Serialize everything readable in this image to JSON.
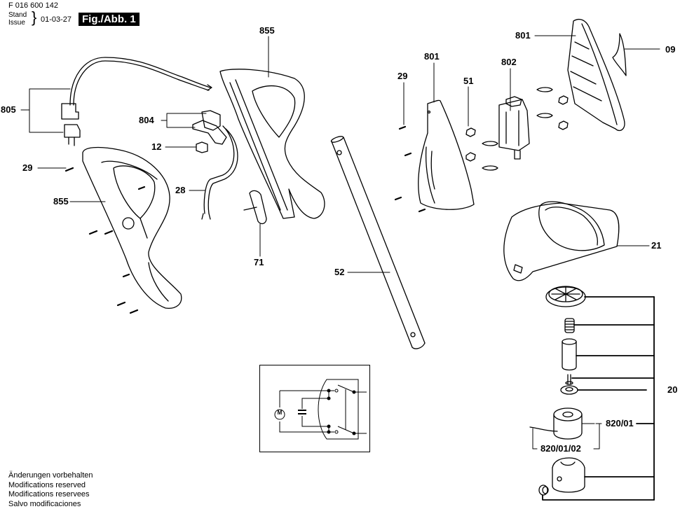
{
  "header": {
    "part_number": "F 016 600 142",
    "stand_label": "Stand",
    "issue_label": "Issue",
    "brace": "}",
    "date": "01-03-27",
    "figure_label": "Fig./Abb. 1"
  },
  "callouts": {
    "c805": "805",
    "c804": "804",
    "c12": "12",
    "c29_left": "29",
    "c855_left": "855",
    "c28": "28",
    "c855_top": "855",
    "c71": "71",
    "c52": "52",
    "c29_mid": "29",
    "c801_mid": "801",
    "c51": "51",
    "c802": "802",
    "c801_right": "801",
    "c09": "09",
    "c21": "21",
    "c20": "20",
    "c820_01": "820/01",
    "c820_01_02": "820/01/02"
  },
  "schematic": {
    "motor_symbol": "M"
  },
  "footer": {
    "lines": [
      "Änderungen vorbehalten",
      "Modifications reserved",
      "Modifications reservees",
      "Salvo modificaciones"
    ]
  },
  "colors": {
    "ink": "#000000",
    "paper": "#ffffff"
  }
}
